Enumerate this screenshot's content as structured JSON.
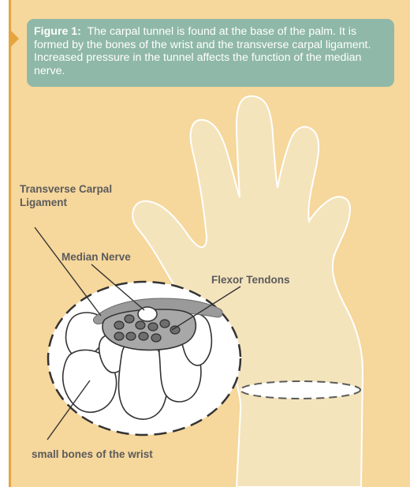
{
  "caption": {
    "prefix": "Figure 1:",
    "text": "The carpal tunnel is found at the base of the palm. It is formed by the bones of the wrist and the transverse carpal ligament. Increased pressure in the tunnel affects the function of the median nerve."
  },
  "labels": {
    "ligament": "Transverse Carpal Ligament",
    "median_nerve": "Median Nerve",
    "flexor_tendons": "Flexor Tendons",
    "wrist_bones": "small bones of the wrist"
  },
  "colors": {
    "background": "#f6d79c",
    "accent_orange": "#e6a43d",
    "caption_box": "#8fb8a9",
    "hand_fill": "#f4e4bc",
    "ligament_gray": "#9a9a9a",
    "label_text": "#5b5b5b"
  }
}
